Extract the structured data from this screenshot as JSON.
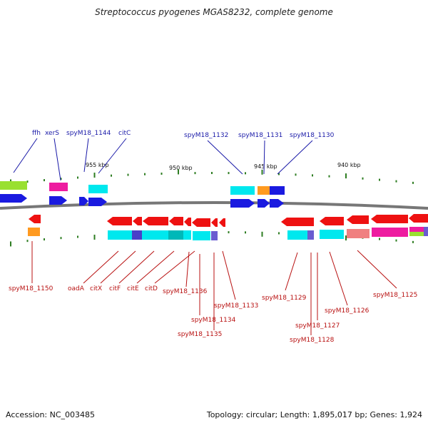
{
  "title": "Streptococcus pyogenes MGAS8232, complete genome",
  "footer": {
    "accession": "Accession: NC_003485",
    "summary": "Topology: circular; Length: 1,895,017 bp; Genes: 1,924"
  },
  "scale": {
    "ticks": [
      {
        "label": "955 kbp"
      },
      {
        "label": "950 kbp"
      },
      {
        "label": "945 kbp"
      },
      {
        "label": "940 kbp"
      }
    ]
  },
  "colors": {
    "backbone": "#777777",
    "forward_label": "#1a1aa8",
    "reverse_label": "#b81010",
    "tick": "#2e7d22",
    "red": "#ee1111",
    "blue": "#1a1ae0",
    "cyan": "#00e8ee",
    "magenta": "#ee1ca0",
    "orange": "#ff9a20",
    "lime": "#99e030",
    "salmon": "#f08080",
    "purple": "#6a5cd0",
    "teal": "#00b8b8"
  },
  "labels": {
    "top": [
      "ffh",
      "xerS",
      "spyM18_1144",
      "citC",
      "spyM18_1132",
      "spyM18_1131",
      "spyM18_1130"
    ],
    "bottom": [
      "spyM18_1150",
      "oadA",
      "citX",
      "citF",
      "citE",
      "citD",
      "spyM18_1136",
      "spyM18_1135",
      "spyM18_1134",
      "spyM18_1133",
      "spyM18_1129",
      "spyM18_1128",
      "spyM18_1127",
      "spyM18_1126",
      "spyM18_1125"
    ]
  }
}
